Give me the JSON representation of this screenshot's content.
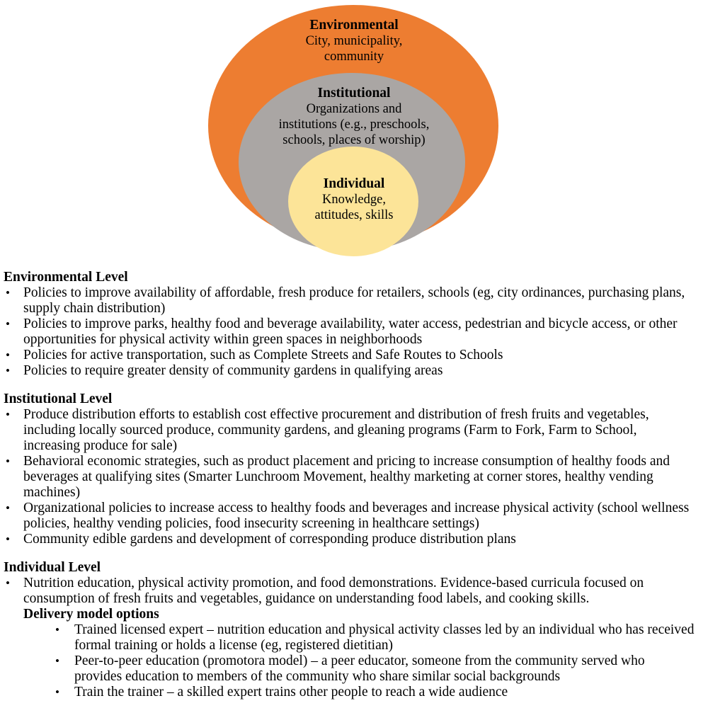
{
  "glyphs": {
    "bullet": "•"
  },
  "diagram": {
    "rings": [
      {
        "name": "environmental",
        "title": "Environmental",
        "lines": [
          "City, municipality,",
          "community"
        ],
        "color": "#ED7D31"
      },
      {
        "name": "institutional",
        "title": "Institutional",
        "lines": [
          "Organizations and",
          "institutions (e.g., preschools,",
          "schools, places of worship)"
        ],
        "color": "#AAA6A4"
      },
      {
        "name": "individual",
        "title": "Individual",
        "lines": [
          "Knowledge,",
          "attitudes, skills"
        ],
        "color": "#FCE498"
      }
    ]
  },
  "sections": [
    {
      "heading": "Environmental Level",
      "bullets": [
        "Policies to improve availability of affordable, fresh produce for retailers, schools (eg, city ordinances, purchasing plans, supply chain distribution)",
        "Policies to improve parks, healthy food and beverage availability, water access, pedestrian and bicycle access, or other opportunities for physical activity within green spaces in neighborhoods",
        "Policies for active transportation, such as Complete Streets and Safe Routes to Schools",
        "Policies to require greater density of community gardens in qualifying areas"
      ]
    },
    {
      "heading": "Institutional Level",
      "bullets": [
        "Produce distribution efforts to establish cost effective procurement and distribution of fresh fruits and vegetables, including locally sourced produce, community gardens, and gleaning programs (Farm to Fork, Farm to School, increasing produce for sale)",
        "Behavioral economic strategies, such as product placement and pricing to increase consumption of healthy foods and beverages at qualifying sites (Smarter Lunchroom Movement, healthy marketing at corner stores, healthy vending machines)",
        "Organizational policies to increase access to healthy foods and beverages and increase physical activity (school wellness policies, healthy vending policies, food insecurity screening in healthcare settings)",
        "Community edible gardens and development of corresponding produce distribution plans"
      ]
    },
    {
      "heading": "Individual Level",
      "bullets": [
        "Nutrition education, physical activity promotion, and food demonstrations. Evidence-based curricula focused on consumption of fresh fruits and vegetables, guidance on understanding food labels, and cooking skills."
      ],
      "subheading": "Delivery model options",
      "sub_bullets": [
        "Trained licensed expert – nutrition education and physical activity classes led by an individual who has received formal training or holds a license (eg, registered dietitian)",
        "Peer-to-peer education (promotora model) – a peer educator, someone from the community served who provides education to members of the community who share similar social backgrounds",
        "Train the trainer – a skilled expert trains other people to reach a wide audience"
      ]
    }
  ]
}
